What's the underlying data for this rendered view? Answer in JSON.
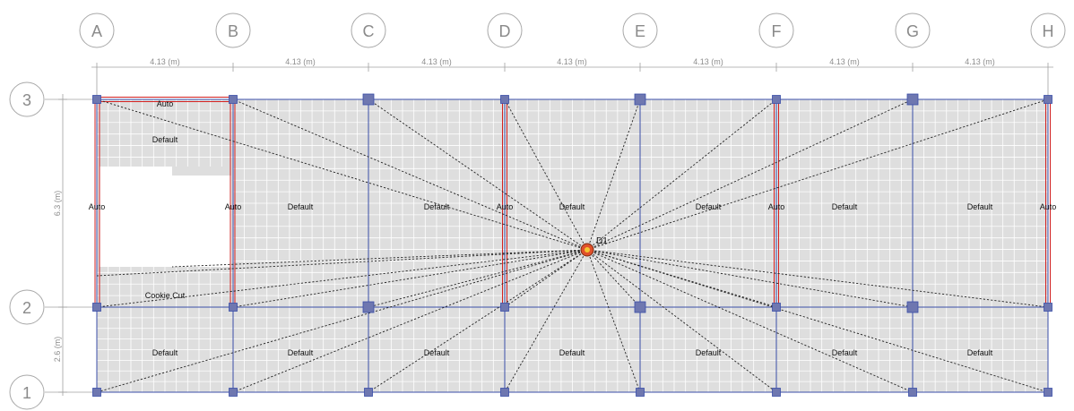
{
  "grid_x": [
    "A",
    "B",
    "C",
    "D",
    "E",
    "F",
    "G",
    "H"
  ],
  "grid_y": [
    "3",
    "2",
    "1"
  ],
  "dims_x": [
    "4.13 (m)",
    "4.13 (m)",
    "4.13 (m)",
    "4.13 (m)",
    "4.13 (m)",
    "4.13 (m)",
    "4.13 (m)"
  ],
  "dims_y": [
    "6.3 (m)",
    "2.6 (m)"
  ],
  "diaphragm_label": "D1",
  "labels": {
    "auto_top": "Auto",
    "default_ab_top": "Default",
    "auto_a": "Auto",
    "auto_b": "Auto",
    "default_bc": "Default",
    "default_cd": "Default",
    "auto_d": "Auto",
    "default_de": "Default",
    "default_ef": "Default",
    "auto_f": "Auto",
    "default_fg": "Default",
    "default_gh": "Default",
    "auto_h": "Auto",
    "cookie_cut": "Cookie Cut",
    "default_b1": "Default",
    "default_b2": "Default",
    "default_b3": "Default",
    "default_b4": "Default",
    "default_b5": "Default",
    "default_b6": "Default",
    "default_b7": "Default"
  },
  "colors": {
    "slab": "#dedede",
    "beam": "#3a4ea8",
    "wall": "#d22020",
    "column": "#6e77b0",
    "diaphragm_center": "#e0502a"
  }
}
